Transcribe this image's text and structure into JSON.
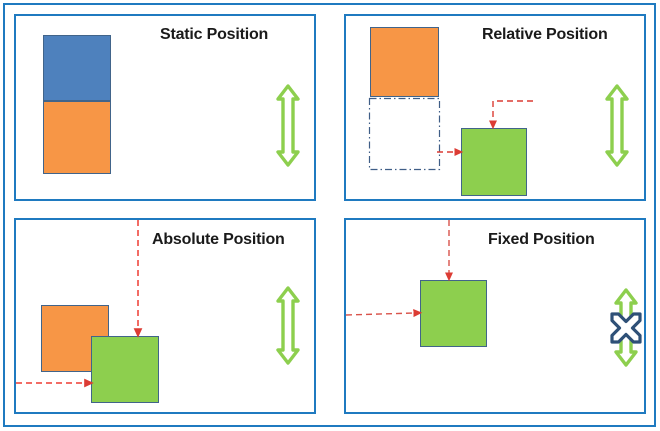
{
  "diagram": {
    "title_semantic": "css-position-types-diagram",
    "colors": {
      "frame_blue": "#1F7AC0",
      "box_blue": "#4E81BD",
      "box_orange": "#F79646",
      "box_green": "#8DCF4E",
      "box_border": "#41648A",
      "arrow_red": "#E8453C",
      "arrow_green": "#8DCF4E",
      "cross_navy": "#2E5077",
      "title_text": "#1a1a1a",
      "background": "#ffffff"
    },
    "quadrants": [
      {
        "id": "static",
        "title": "Static Position",
        "boxes": [
          {
            "name": "blue-box",
            "color": "#4E81BD"
          },
          {
            "name": "orange-box",
            "color": "#F79646"
          }
        ],
        "scroll_indicator": "vertical-double-arrow",
        "scroll_locked": false,
        "red_arrows": []
      },
      {
        "id": "relative",
        "title": "Relative Position",
        "boxes": [
          {
            "name": "orange-box",
            "color": "#F79646"
          },
          {
            "name": "ghost-outline-box",
            "color": "transparent"
          },
          {
            "name": "green-box",
            "color": "#8DCF4E"
          }
        ],
        "scroll_indicator": "vertical-double-arrow",
        "scroll_locked": false,
        "red_arrows": [
          "offset-down-arrow",
          "offset-right-arrow"
        ]
      },
      {
        "id": "absolute",
        "title": "Absolute Position",
        "boxes": [
          {
            "name": "orange-box",
            "color": "#F79646"
          },
          {
            "name": "green-box",
            "color": "#8DCF4E"
          }
        ],
        "scroll_indicator": "vertical-double-arrow",
        "scroll_locked": false,
        "red_arrows": [
          "top-offset-arrow",
          "left-offset-arrow"
        ]
      },
      {
        "id": "fixed",
        "title": "Fixed Position",
        "boxes": [
          {
            "name": "green-box",
            "color": "#8DCF4E"
          }
        ],
        "scroll_indicator": "vertical-double-arrow-blocked",
        "scroll_locked": true,
        "red_arrows": [
          "top-offset-arrow",
          "left-offset-arrow"
        ]
      }
    ],
    "icons": {
      "scroll_arrow": "vertical-double-arrow-icon",
      "no_scroll_cross": "cross-blocked-icon"
    }
  }
}
